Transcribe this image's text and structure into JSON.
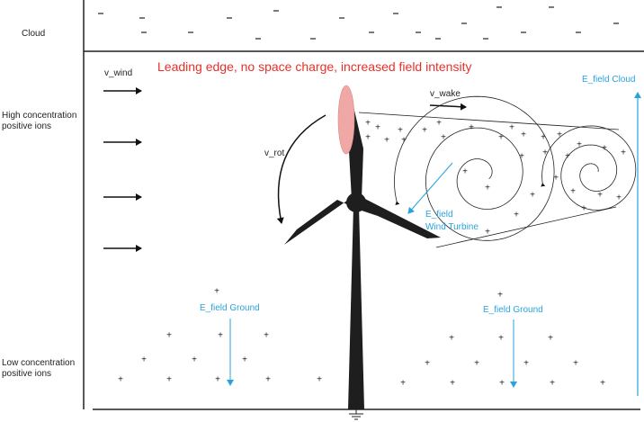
{
  "labels": {
    "cloud": "Cloud",
    "high_ions_1": "High concentration",
    "high_ions_2": "positive ions",
    "low_ions_1": "Low concentration",
    "low_ions_2": "positive ions",
    "v_wind": "v_wind",
    "v_wake": "v_wake",
    "v_rot": "v_rot",
    "leading_edge": "Leading edge, no space charge, increased field intensity",
    "e_field_cloud": "E_field Cloud",
    "e_field_turbine_1": "E_field",
    "e_field_turbine_2": "Wind Turbine",
    "e_field_ground_left": "E_field Ground",
    "e_field_ground_right": "E_field Ground"
  },
  "symbols": {
    "negative_charge": "-",
    "positive_charge": "+"
  },
  "colors": {
    "field": "#29a3dd",
    "highlight": "#e8302a",
    "leading_edge_fill": "#f0a8a6",
    "turbine": "#1e1e1e"
  }
}
